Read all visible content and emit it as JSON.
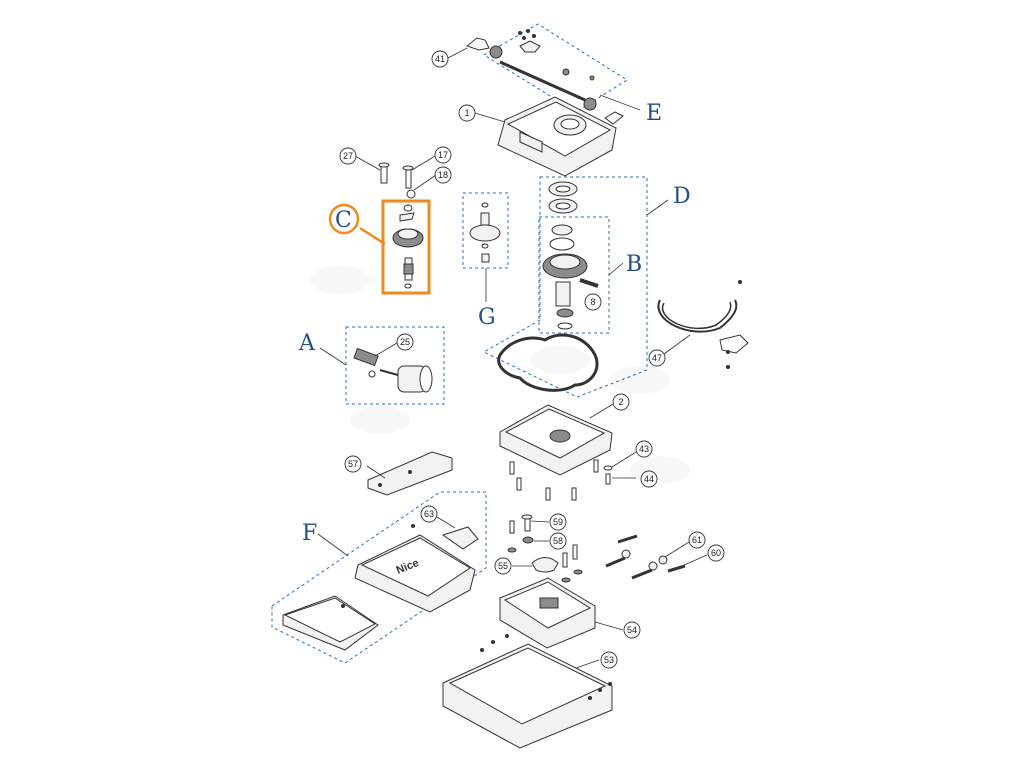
{
  "groups": [
    {
      "id": "A",
      "label": "A"
    },
    {
      "id": "B",
      "label": "B"
    },
    {
      "id": "C",
      "label": "C"
    },
    {
      "id": "D",
      "label": "D"
    },
    {
      "id": "E",
      "label": "E"
    },
    {
      "id": "F",
      "label": "F"
    },
    {
      "id": "G",
      "label": "G"
    }
  ],
  "part_numbers": [
    "41",
    "1",
    "27",
    "17",
    "18",
    "8",
    "25",
    "47",
    "2",
    "43",
    "44",
    "57",
    "63",
    "59",
    "58",
    "55",
    "61",
    "60",
    "54",
    "53"
  ],
  "highlight": {
    "color": "#f08a1c",
    "group": "C"
  },
  "accent_color": "#2a6db5",
  "logo_text": {
    "cover_brand": "Nice"
  }
}
